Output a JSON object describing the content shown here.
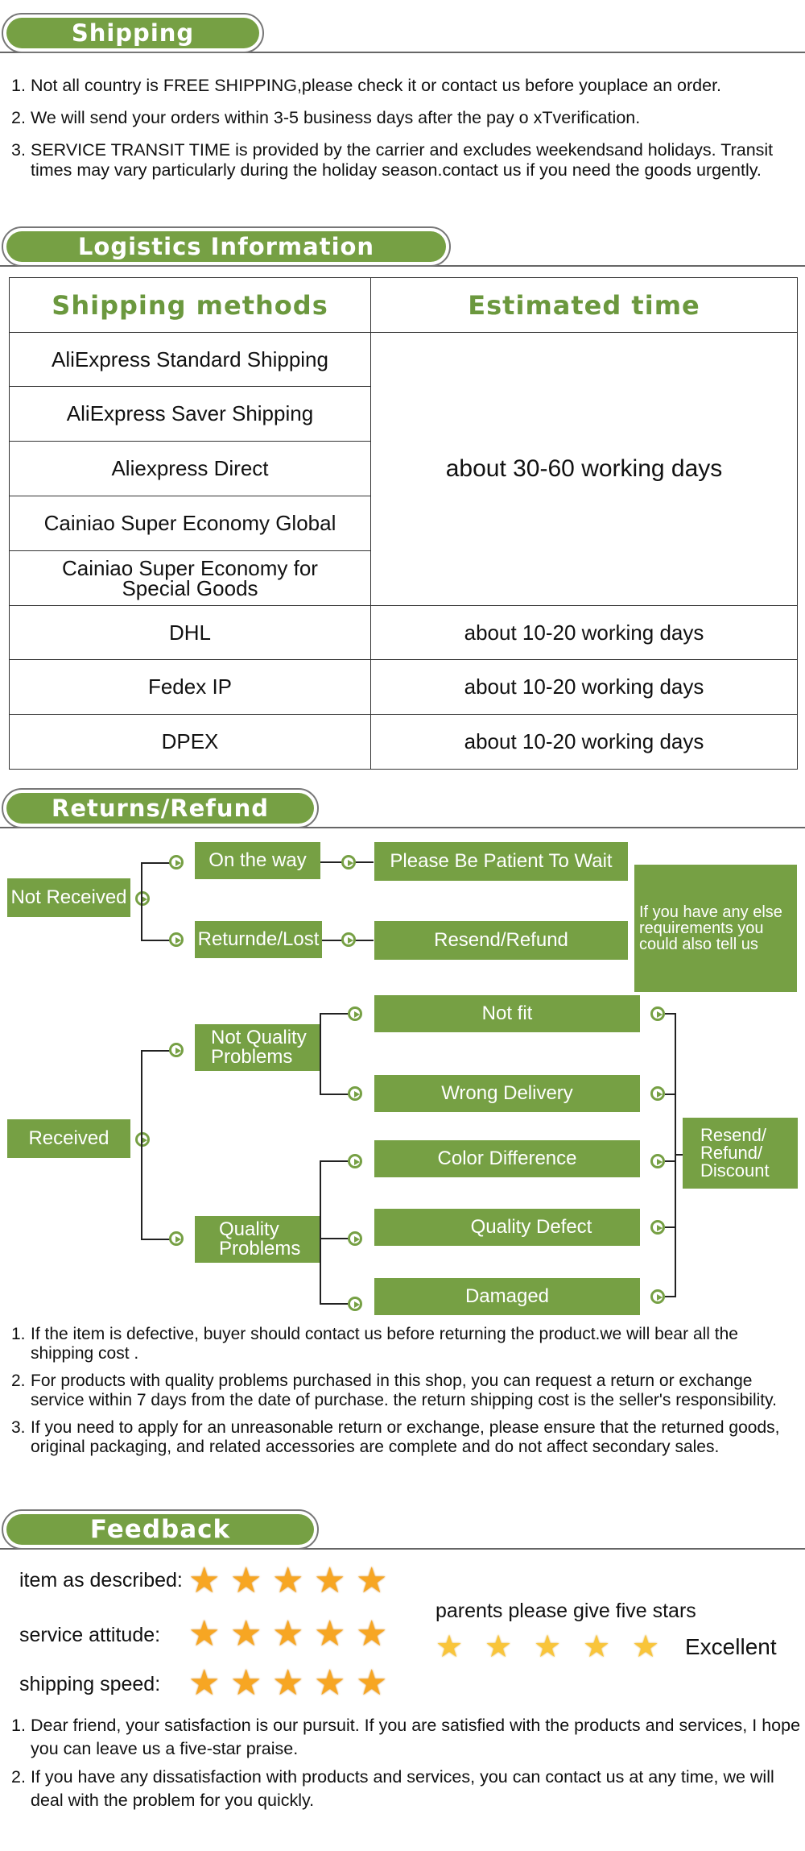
{
  "shipping": {
    "title": "Shipping",
    "items": [
      {
        "n": "1.",
        "text": "Not all country is FREE SHIPPING,please check it or contact us before youplace an order."
      },
      {
        "n": "2.",
        "text": "We will send your orders within 3-5 business days after the pay o xTverification."
      },
      {
        "n": "3.",
        "text": "SERVICE TRANSIT TIME is provided by the carrier and excludes weekendsand holidays. Transit times may vary particularly during the holiday season.contact us if you need the goods urgently."
      }
    ]
  },
  "logistics": {
    "title": "Logistics  Information",
    "col_method": "Shipping  methods",
    "col_time": "Estimated  time",
    "rows": [
      {
        "method": "AliExpress Standard Shipping"
      },
      {
        "method": "AliExpress Saver Shipping"
      },
      {
        "method": "Aliexpress Direct"
      },
      {
        "method": "Cainiao Super Economy Global"
      },
      {
        "method": "Cainiao Super Economy for Special Goods"
      },
      {
        "method": "DHL",
        "time": "about 10-20 working days"
      },
      {
        "method": "Fedex IP",
        "time": "about 10-20 working days"
      },
      {
        "method": "DPEX",
        "time": "about 10-20 working days"
      }
    ],
    "grouped_time": "about 30-60 working days"
  },
  "returns": {
    "title": "Returns/Refund",
    "flow": {
      "not_received": "Not Received",
      "on_the_way": "On the way",
      "please_wait": "Please Be Patient To Wait",
      "returned_lost": "Returnde/Lost",
      "resend_refund": "Resend/Refund",
      "else_note": "If you have any else requirements you could also tell us",
      "received": "Received",
      "not_quality": "Not Quality Problems",
      "quality": "Quality Problems",
      "not_fit": "Not fit",
      "wrong_delivery": "Wrong Delivery",
      "color_diff": "Color Difference",
      "quality_defect": "Quality Defect",
      "damaged": "Damaged",
      "resend_refund_discount": "Resend/ Refund/ Discount"
    },
    "items": [
      {
        "n": "1.",
        "text": "If the item is defective, buyer should contact us before returning the product.we will bear all the shipping cost ."
      },
      {
        "n": "2.",
        "text": "For products with quality problems purchased in this shop, you can request a return or exchange service within 7 days from the date of purchase. the return shipping cost is the seller's responsibility."
      },
      {
        "n": "3.",
        "text": "If you need to apply for an unreasonable return or exchange, please ensure that the returned goods, original packaging, and related accessories are complete and do not affect secondary sales."
      }
    ]
  },
  "feedback": {
    "title": "Feedback",
    "ratings": [
      {
        "label": "item as described:",
        "stars": 5
      },
      {
        "label": "service attitude:",
        "stars": 5
      },
      {
        "label": "shipping speed:",
        "stars": 5
      }
    ],
    "parents_note": "parents please give five stars",
    "excellent": "Excellent",
    "items": [
      {
        "n": "1.",
        "text": "Dear friend, your satisfaction is our pursuit. If you are satisfied with the products and services, I hope you can leave us a five-star praise."
      },
      {
        "n": "2.",
        "text": "If you have any dissatisfaction with products and services, you can contact us at any time, we will deal with the problem for you quickly."
      }
    ]
  },
  "colors": {
    "accent": "#76a044",
    "star": "#f7a623"
  }
}
